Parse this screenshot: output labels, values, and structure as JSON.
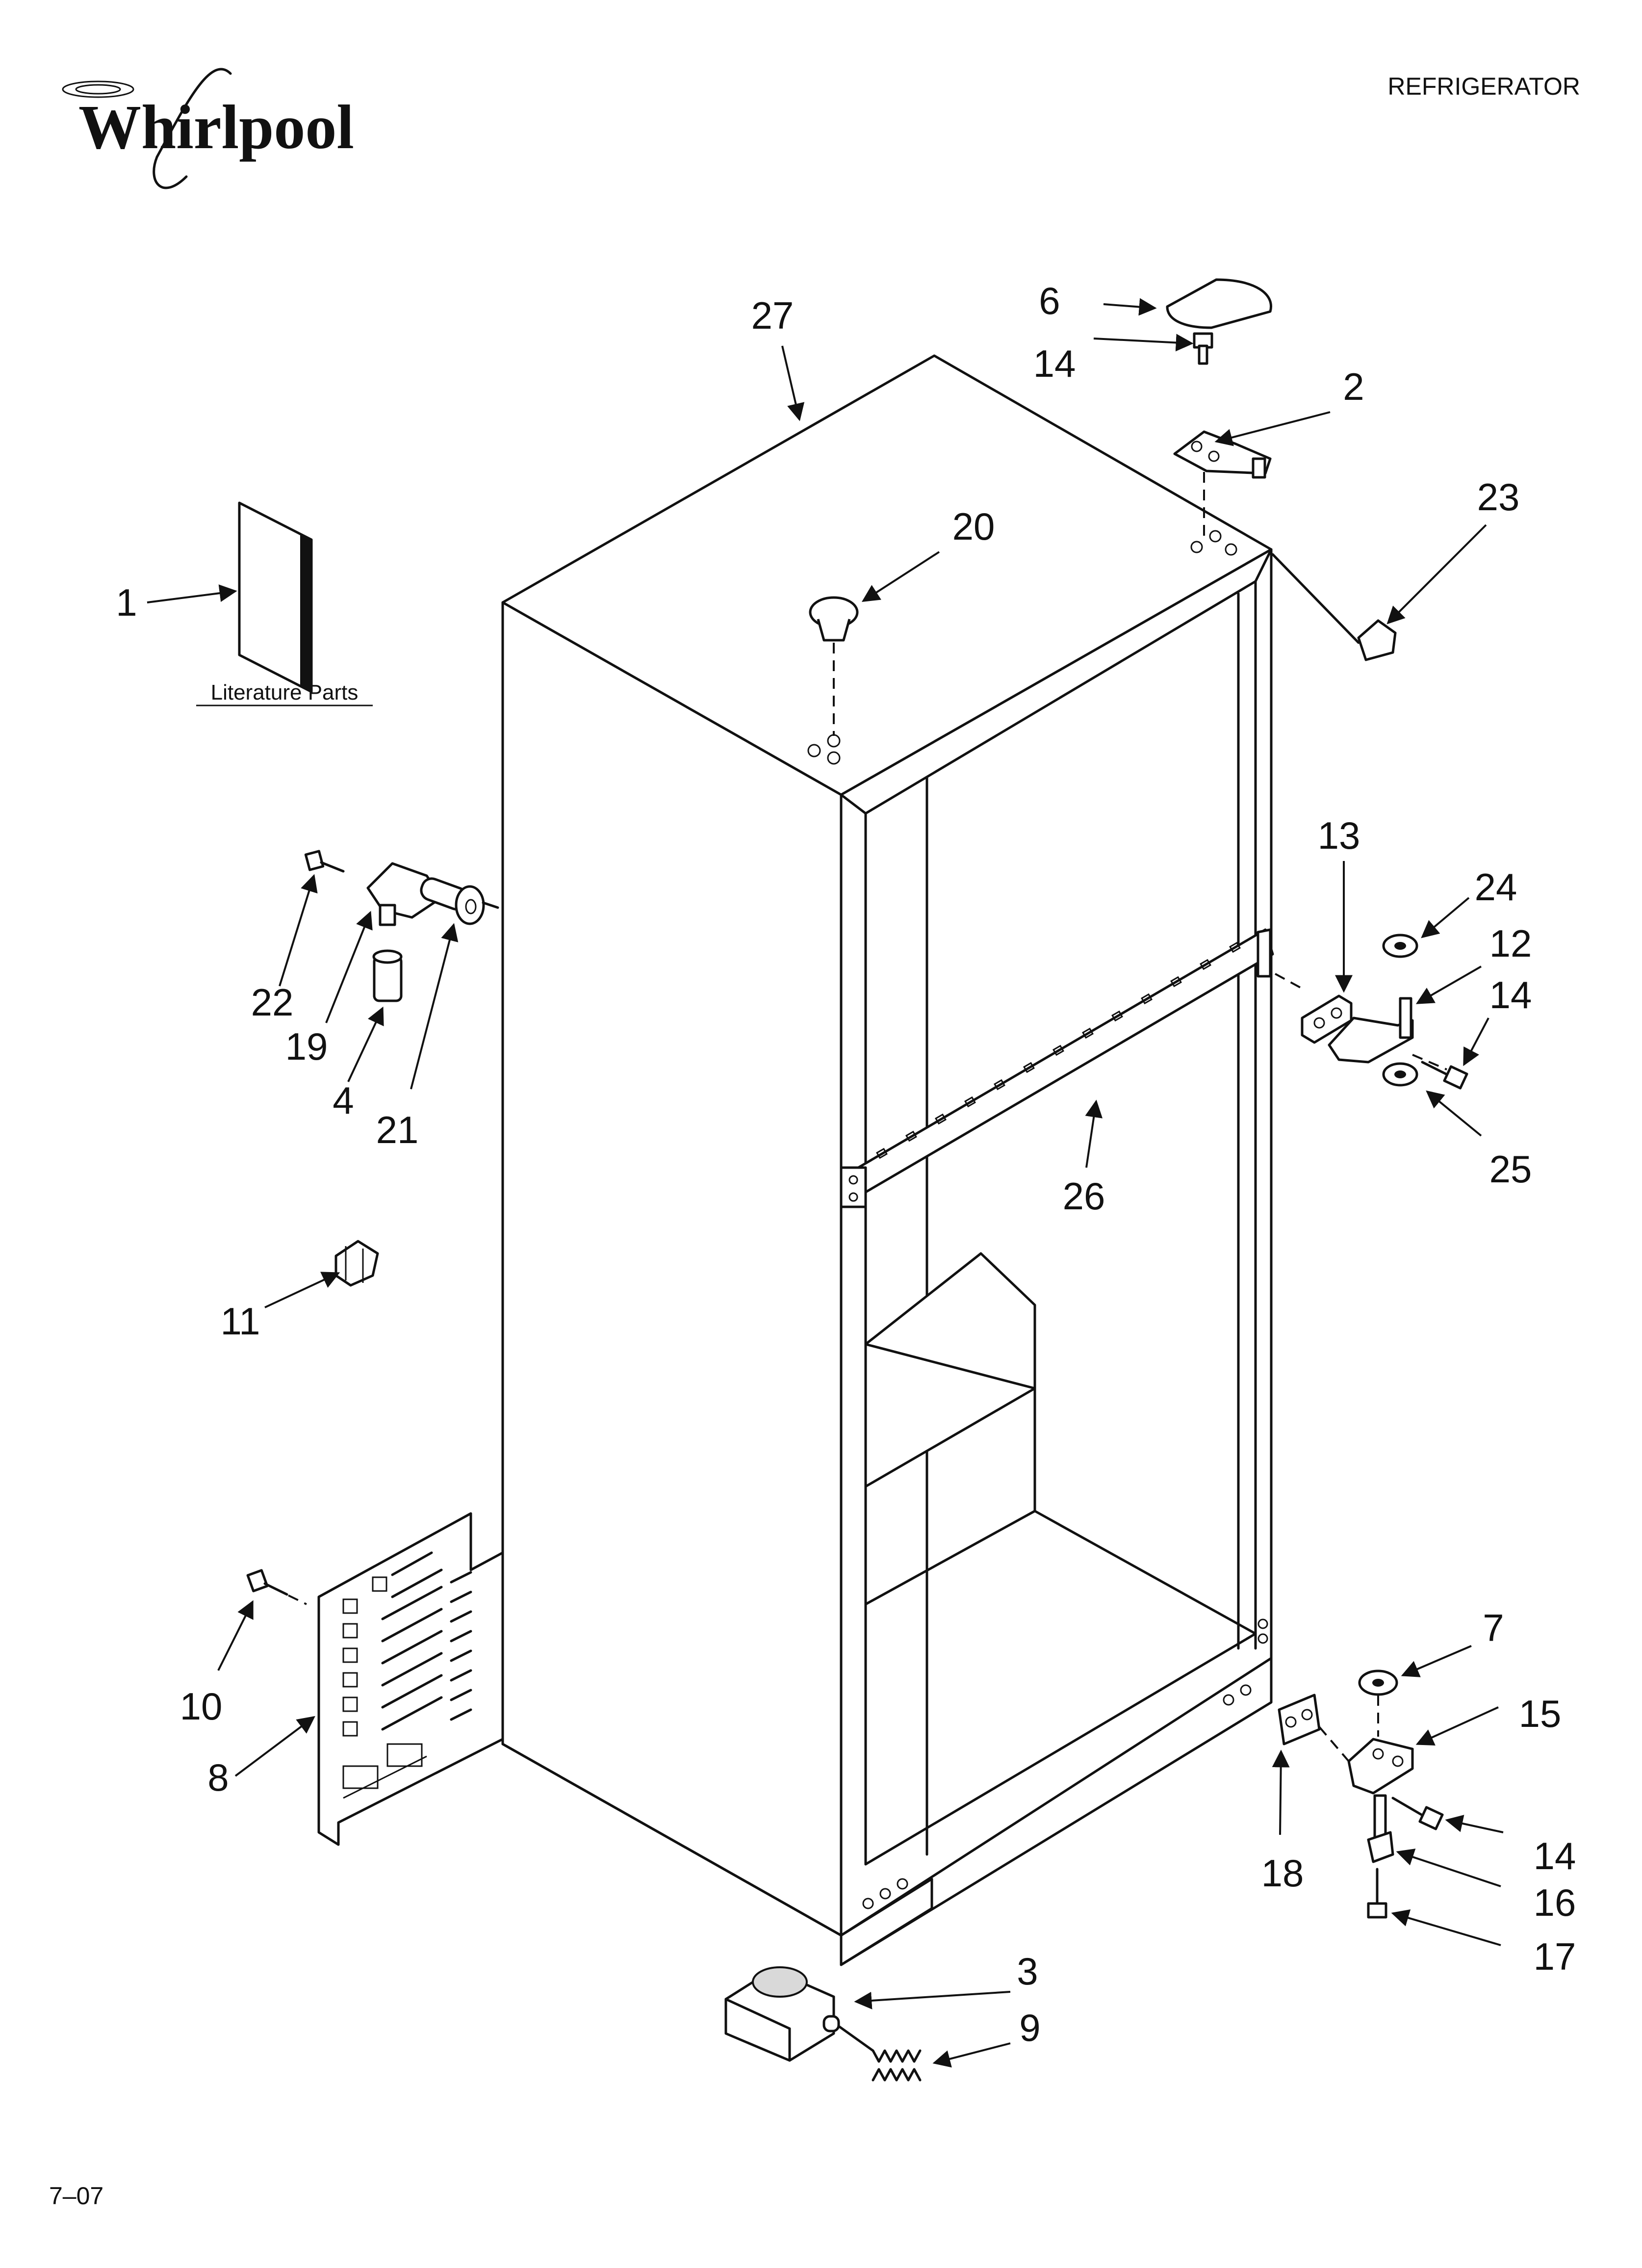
{
  "header": {
    "brand": "Whirlpool",
    "section_title": "REFRIGERATOR",
    "date_code": "7–07"
  },
  "literature_caption": "Literature Parts",
  "callouts": {
    "c1": "1",
    "c2": "2",
    "c3": "3",
    "c4": "4",
    "c6": "6",
    "c7": "7",
    "c8": "8",
    "c9": "9",
    "c10": "10",
    "c11": "11",
    "c12": "12",
    "c13": "13",
    "c14a": "14",
    "c14b": "14",
    "c14c": "14",
    "c15": "15",
    "c16": "16",
    "c17": "17",
    "c18": "18",
    "c19": "19",
    "c20": "20",
    "c21": "21",
    "c22": "22",
    "c23": "23",
    "c24": "24",
    "c25": "25",
    "c26": "26",
    "c27": "27"
  },
  "colors": {
    "ink": "#111111",
    "paper": "#ffffff"
  }
}
